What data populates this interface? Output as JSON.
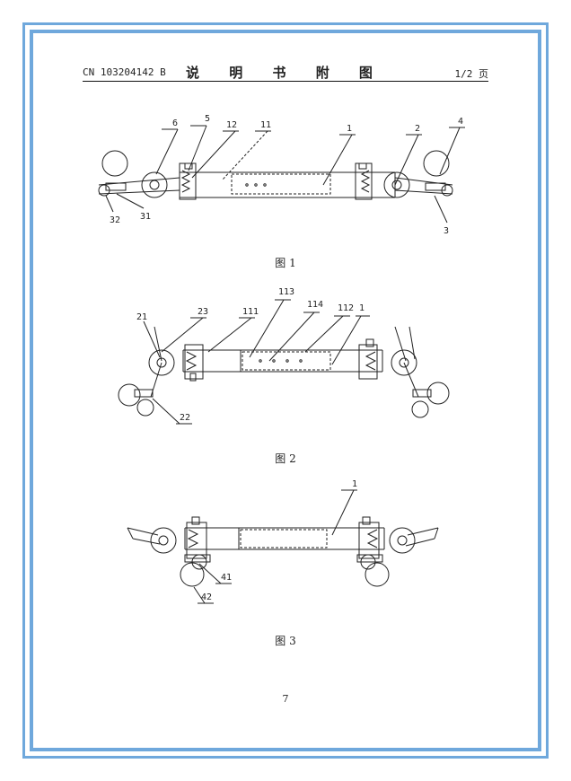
{
  "header": {
    "doc_id": "CN 103204142 B",
    "title": "说 明 书 附 图",
    "page": "1/2 页"
  },
  "figures": [
    {
      "caption": "图 1",
      "labels": {
        "l6": "6",
        "l5": "5",
        "l12": "12",
        "l11": "11",
        "l1": "1",
        "l2": "2",
        "l4": "4",
        "l32": "32",
        "l31": "31",
        "l3": "3"
      }
    },
    {
      "caption": "图 2",
      "labels": {
        "l113": "113",
        "l114": "114",
        "l112": "112",
        "l1": "1",
        "l21": "21",
        "l23": "23",
        "l111": "111",
        "l22": "22"
      }
    },
    {
      "caption": "图 3",
      "labels": {
        "l1": "1",
        "l41": "41",
        "l42": "42"
      }
    }
  ],
  "footer": {
    "page_number": "7"
  }
}
